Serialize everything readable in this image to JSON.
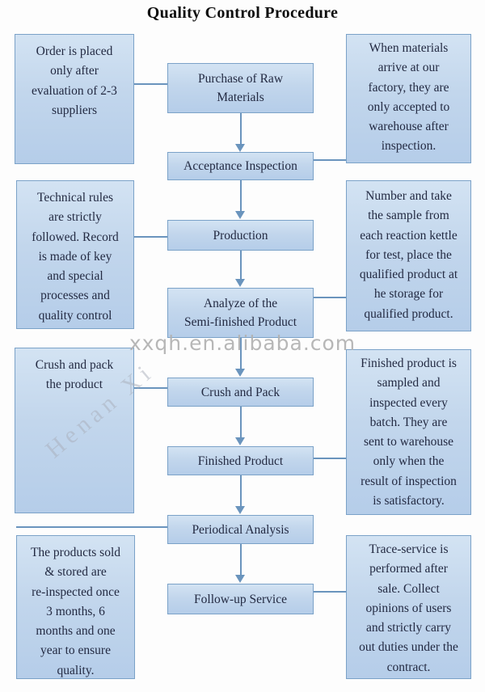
{
  "title": "Quality Control Procedure",
  "watermarks": {
    "site": "xxqh.en.alibaba.com",
    "diagonal": "Henan Xi"
  },
  "colors": {
    "box_border": "#7ba2c8",
    "box_fill_top": "#d3e3f3",
    "box_fill_bottom": "#b5cde9",
    "connector": "#6a94bd",
    "box_text": "#232a42",
    "watermark_gray": "#b2b2b2"
  },
  "steps": [
    {
      "id": "purchase-of-raw-materials",
      "label": "Purchase of Raw\nMaterials"
    },
    {
      "id": "acceptance-inspection",
      "label": "Acceptance Inspection"
    },
    {
      "id": "production",
      "label": "Production"
    },
    {
      "id": "analyze-of-the-semi-finished-product",
      "label": "Analyze of the\nSemi-finished Product"
    },
    {
      "id": "crush-and-pack",
      "label": "Crush and Pack"
    },
    {
      "id": "finished-product",
      "label": "Finished Product"
    },
    {
      "id": "periodical-analysis",
      "label": "Periodical Analysis"
    },
    {
      "id": "follow-up-service",
      "label": "Follow-up Service"
    }
  ],
  "notes_left": [
    {
      "text": "Order is placed\nonly after\nevaluation of 2-3\nsuppliers"
    },
    {
      "text": "Technical rules\nare strictly\nfollowed. Record\nis made of key\nand special\nprocesses and\nquality control"
    },
    {
      "text": "Crush and pack\nthe product"
    },
    {
      "text": "The products sold\n& stored are\nre-inspected once\n3 months, 6\nmonths and one\nyear to ensure\nquality."
    }
  ],
  "notes_right": [
    {
      "text": "When materials\narrive at our\nfactory, they are\nonly accepted to\nwarehouse after\ninspection."
    },
    {
      "text": "Number and take\nthe sample from\neach reaction kettle\nfor test, place the\nqualified product at\nhe storage for\nqualified product."
    },
    {
      "text": "Finished product is\nsampled and\ninspected every\nbatch. They are\nsent to warehouse\nonly when the\nresult of inspection\nis satisfactory."
    },
    {
      "text": "Trace-service is\nperformed after\nsale. Collect\nopinions of users\nand strictly carry\nout duties under the\ncontract."
    }
  ]
}
